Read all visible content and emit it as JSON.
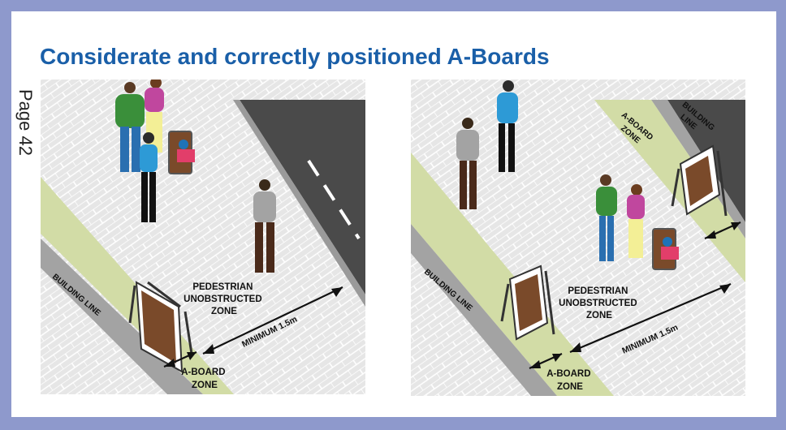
{
  "title": "Considerate and correctly positioned A-Boards",
  "page_label": "Page 42",
  "left_scene": {
    "building_line": "BUILDING LINE",
    "pedestrian_zone": [
      "PEDESTRIAN",
      "UNOBSTRUCTED",
      "ZONE"
    ],
    "minimum": "MINIMUM 1.5m",
    "aboard_zone": [
      "A-BOARD",
      "ZONE"
    ]
  },
  "right_scene": {
    "building_line_left": "BUILDING LINE",
    "building_line_right": [
      "BUILDING",
      "LINE"
    ],
    "aboard_zone_top": [
      "A-BOARD",
      "ZONE"
    ],
    "pedestrian_zone": [
      "PEDESTRIAN",
      "UNOBSTRUCTED",
      "ZONE"
    ],
    "minimum": "MINIMUM 1.5m",
    "aboard_zone_bottom": [
      "A-BOARD",
      "ZONE"
    ]
  },
  "colors": {
    "border": "#8e99cc",
    "title": "#1a5fa8",
    "pavement": "#e6e6e6",
    "paving_lines": "#ffffff",
    "aboard_strip": "#d2dca6",
    "building_strip": "#a3a3a3",
    "road": "#4a4a4a",
    "board_face": "#7a4a2a"
  }
}
